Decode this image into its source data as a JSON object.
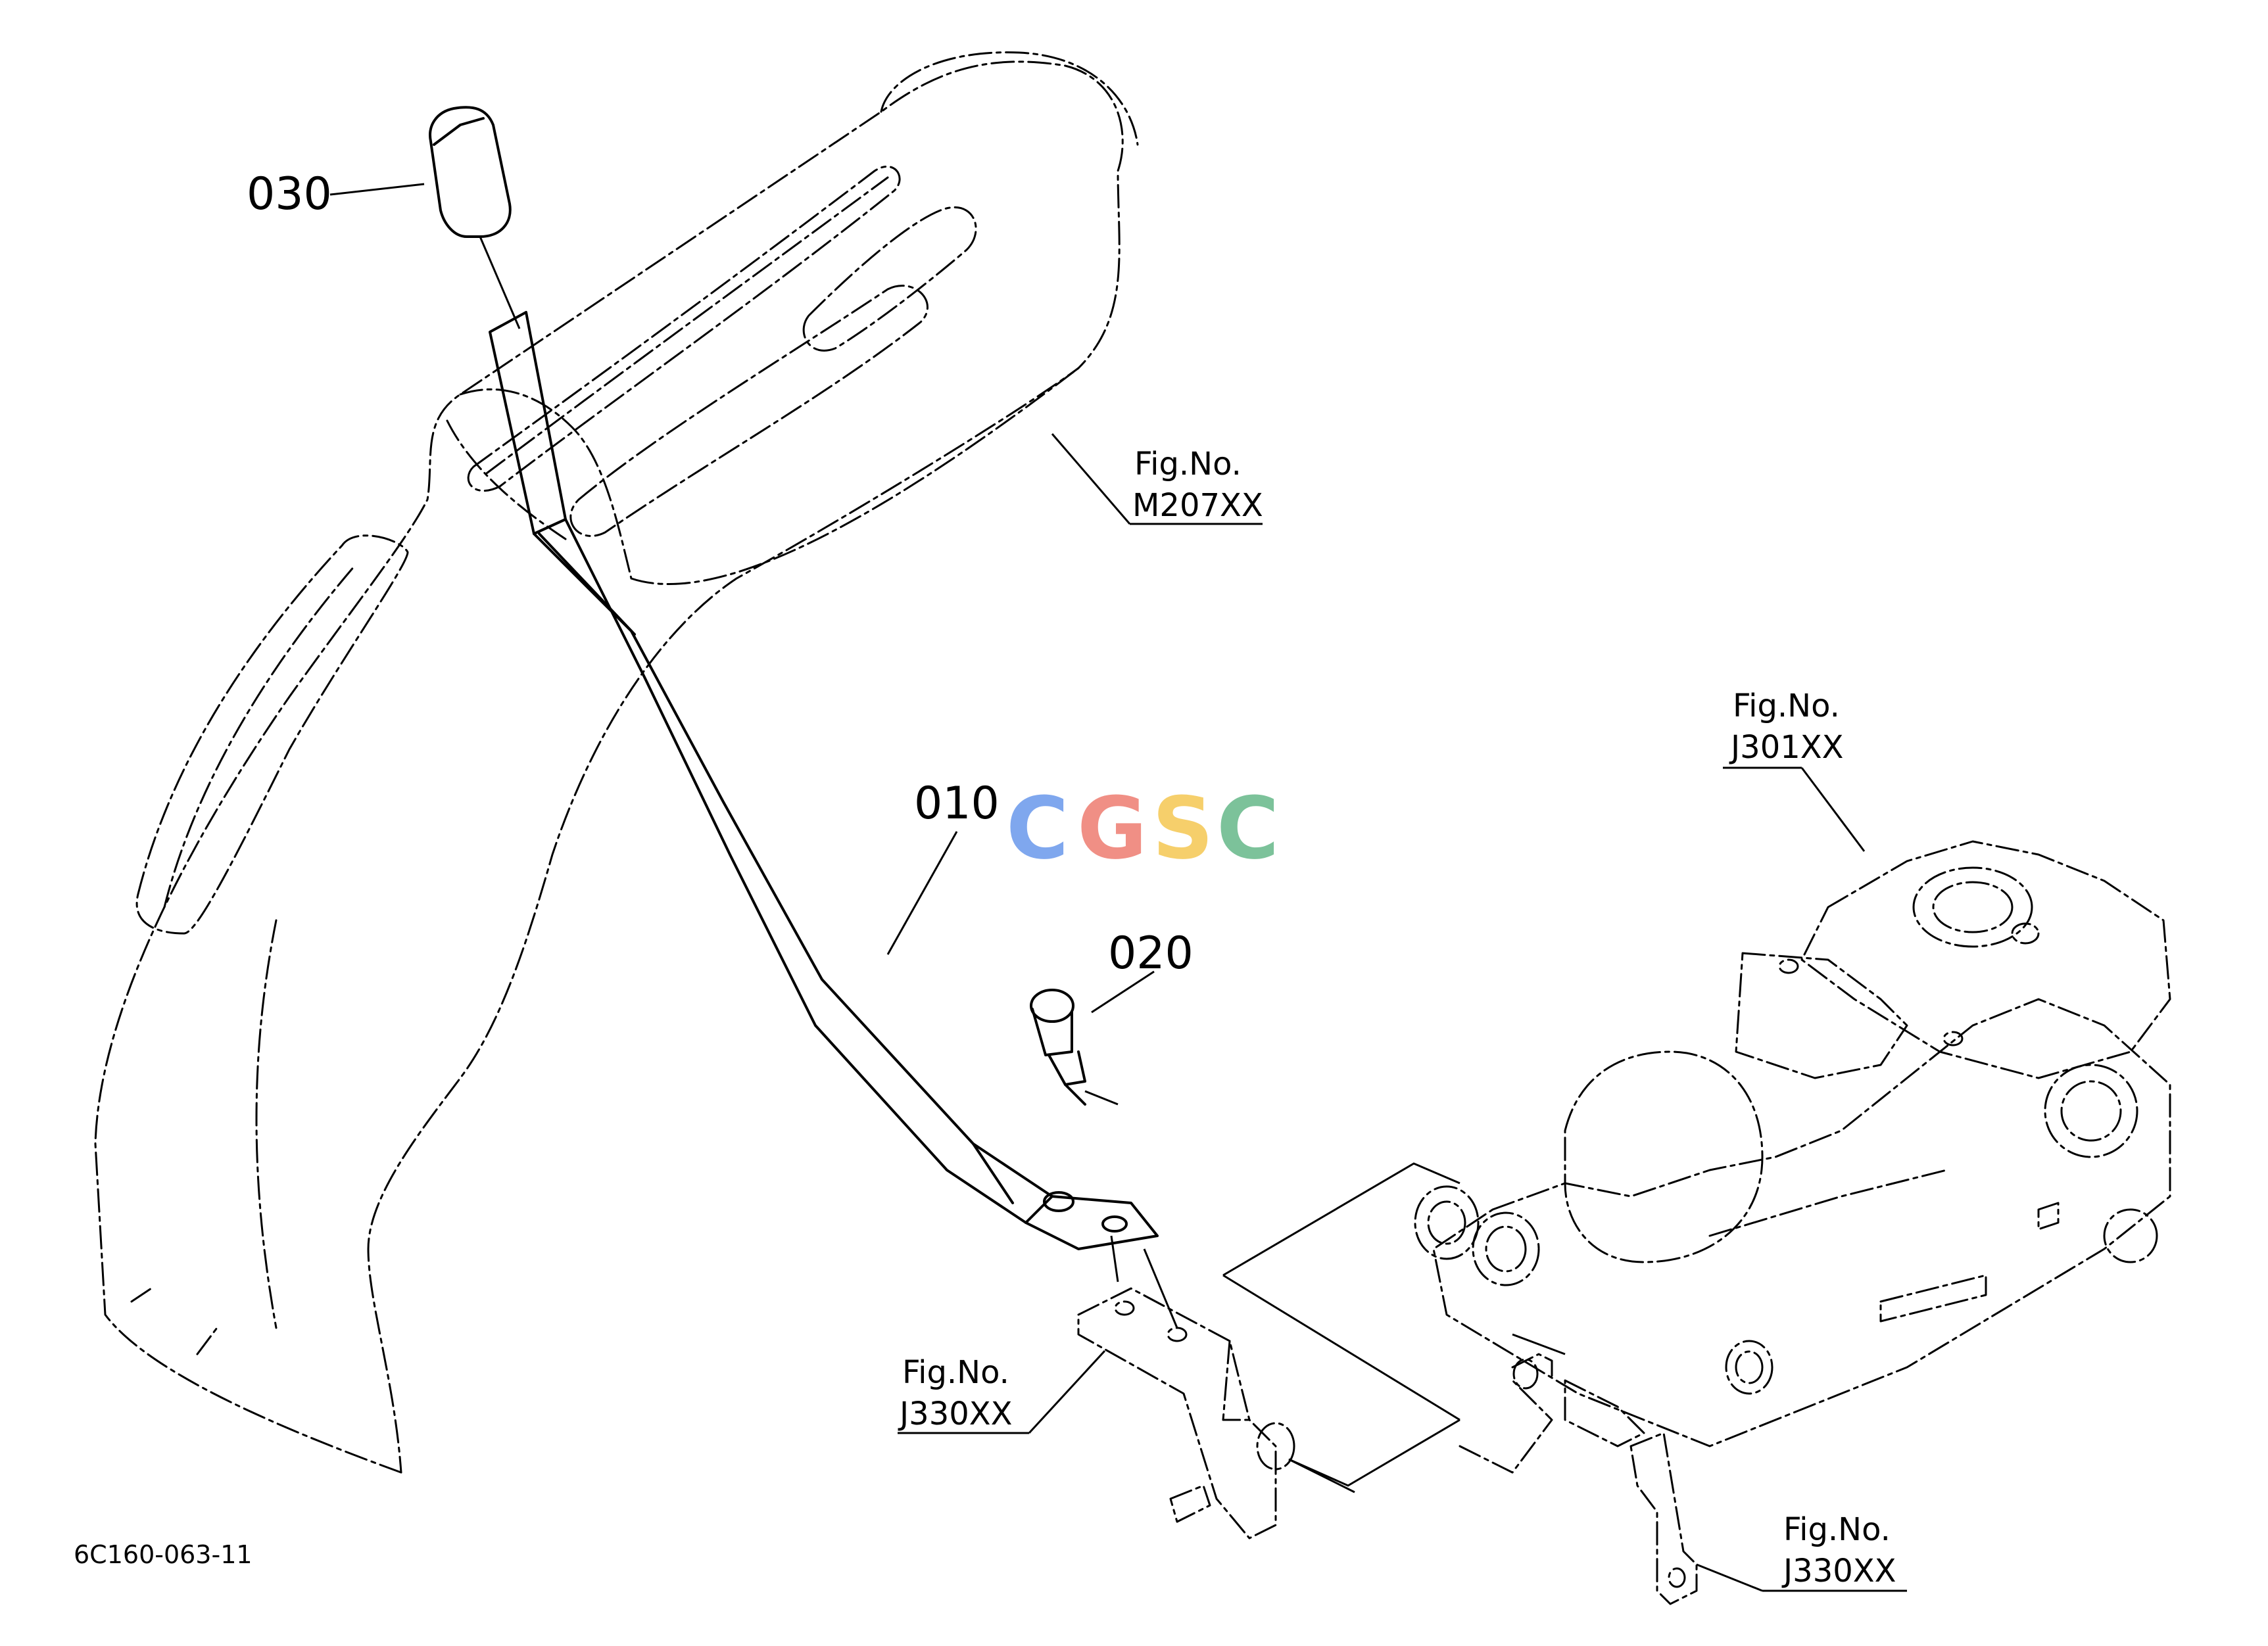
{
  "diagram": {
    "part_labels": [
      "030",
      "010",
      "020"
    ],
    "figure_refs": {
      "fender": {
        "caption": "Fig.No.",
        "number": "M207XX"
      },
      "housing": {
        "caption": "Fig.No.",
        "number": "J301XX"
      },
      "bracket_left": {
        "caption": "Fig.No.",
        "number": "J330XX"
      },
      "bracket_right": {
        "caption": "Fig.No.",
        "number": "J330XX"
      }
    },
    "drawing_code": "6C160-063-11",
    "watermark": {
      "letters": [
        "C",
        "G",
        "S",
        "C"
      ],
      "colors": [
        "#7fa7ee",
        "#f08f85",
        "#f6cf6b",
        "#7cc29a"
      ]
    }
  }
}
